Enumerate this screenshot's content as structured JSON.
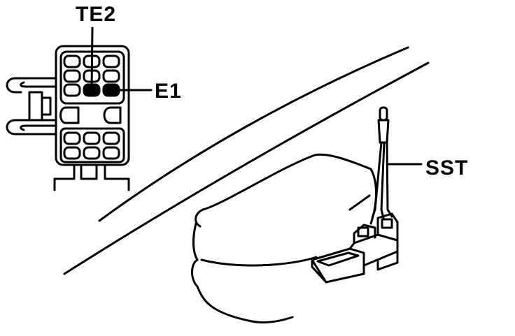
{
  "labels": {
    "te2": "TE2",
    "e1": "E1",
    "sst": "SST"
  },
  "colors": {
    "ink": "#000000",
    "paper": "#ffffff"
  }
}
